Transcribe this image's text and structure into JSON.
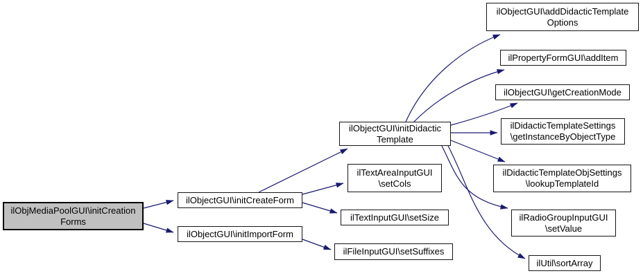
{
  "diagram": {
    "type": "call-graph",
    "background_color": "#ffffff",
    "edge_color": "#191970",
    "node_fill_color": "#ffffff",
    "node_border_color": "#141414",
    "highlighted_node_fill_color": "#c0c0c0"
  },
  "nodes": {
    "initCreationForms": {
      "label": "ilObjMediaPoolGUI\\initCreation\nForms",
      "highlighted": true
    },
    "initCreateForm": {
      "label": "ilObjectGUI\\initCreateForm",
      "highlighted": false
    },
    "initImportForm": {
      "label": "ilObjectGUI\\initImportForm",
      "highlighted": false
    },
    "initDidacticTemplate": {
      "label": "ilObjectGUI\\initDidactic\nTemplate",
      "highlighted": false
    },
    "setCols": {
      "label": "ilTextAreaInputGUI\n\\setCols",
      "highlighted": false
    },
    "setSize": {
      "label": "ilTextInputGUI\\setSize",
      "highlighted": false
    },
    "setSuffixes": {
      "label": "ilFileInputGUI\\setSuffixes",
      "highlighted": false
    },
    "addDidacticTemplateOptions": {
      "label": "ilObjectGUI\\addDidacticTemplate\nOptions",
      "highlighted": false
    },
    "addItem": {
      "label": "ilPropertyFormGUI\\addItem",
      "highlighted": false
    },
    "getCreationMode": {
      "label": "ilObjectGUI\\getCreationMode",
      "highlighted": false
    },
    "getInstanceByObjectType": {
      "label": "ilDidacticTemplateSettings\n\\getInstanceByObjectType",
      "highlighted": false
    },
    "lookupTemplateId": {
      "label": "ilDidacticTemplateObjSettings\n\\lookupTemplateId",
      "highlighted": false
    },
    "setValue": {
      "label": "ilRadioGroupInputGUI\n\\setValue",
      "highlighted": false
    },
    "sortArray": {
      "label": "ilUtil\\sortArray",
      "highlighted": false
    }
  },
  "edges": [
    {
      "from": "initCreationForms",
      "to": "initCreateForm"
    },
    {
      "from": "initCreationForms",
      "to": "initImportForm"
    },
    {
      "from": "initCreateForm",
      "to": "initDidacticTemplate"
    },
    {
      "from": "initCreateForm",
      "to": "setCols"
    },
    {
      "from": "initCreateForm",
      "to": "setSize"
    },
    {
      "from": "initImportForm",
      "to": "setSuffixes"
    },
    {
      "from": "initDidacticTemplate",
      "to": "addDidacticTemplateOptions"
    },
    {
      "from": "initDidacticTemplate",
      "to": "addItem"
    },
    {
      "from": "initDidacticTemplate",
      "to": "getCreationMode"
    },
    {
      "from": "initDidacticTemplate",
      "to": "getInstanceByObjectType"
    },
    {
      "from": "initDidacticTemplate",
      "to": "lookupTemplateId"
    },
    {
      "from": "initDidacticTemplate",
      "to": "setValue"
    },
    {
      "from": "initDidacticTemplate",
      "to": "sortArray"
    }
  ]
}
